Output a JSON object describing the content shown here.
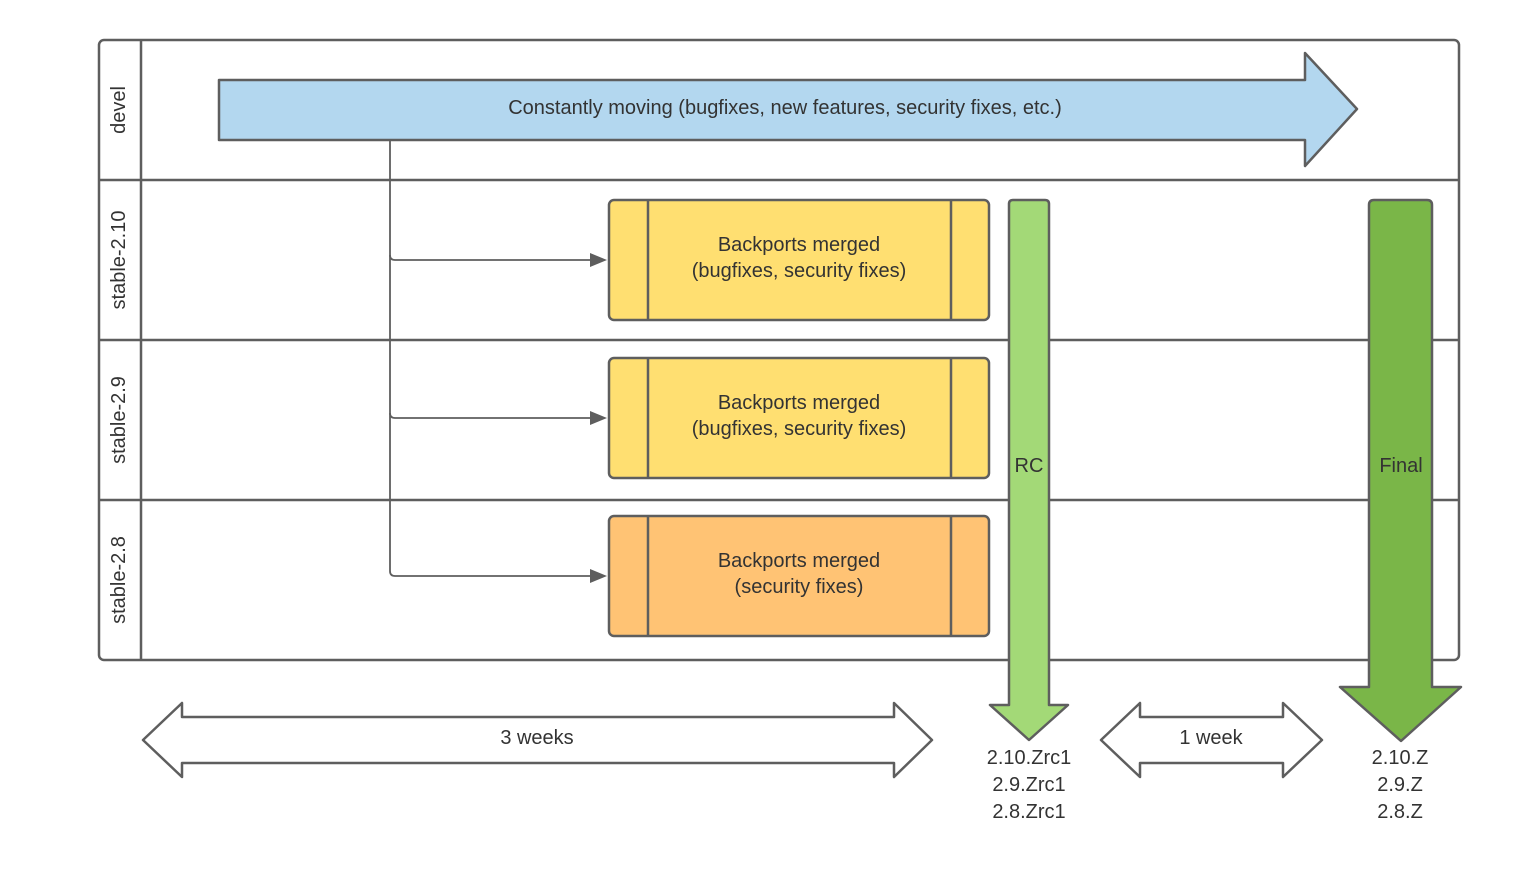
{
  "lanes": [
    {
      "label": "devel"
    },
    {
      "label": "stable-2.10"
    },
    {
      "label": "stable-2.9"
    },
    {
      "label": "stable-2.8"
    }
  ],
  "devel_arrow": {
    "text": "Constantly moving (bugfixes, new features, security fixes, etc.)"
  },
  "backports": [
    {
      "line1": "Backports merged",
      "line2": "(bugfixes, security fixes)"
    },
    {
      "line1": "Backports merged",
      "line2": "(bugfixes, security fixes)"
    },
    {
      "line1": "Backports merged",
      "line2": "(security fixes)"
    }
  ],
  "rc": {
    "label": "RC",
    "versions": [
      "2.10.Zrc1",
      "2.9.Zrc1",
      "2.8.Zrc1"
    ]
  },
  "final": {
    "label": "Final",
    "versions": [
      "2.10.Z",
      "2.9.Z",
      "2.8.Z"
    ]
  },
  "durations": {
    "three_weeks": "3 weeks",
    "one_week": "1 week"
  },
  "colors": {
    "devel_fill": "#b3d7ef",
    "backport_yellow": "#ffdf71",
    "backport_orange": "#ffc374",
    "rc_green": "#a3d977",
    "final_green": "#7ab648",
    "stroke": "#5e5e5e"
  }
}
